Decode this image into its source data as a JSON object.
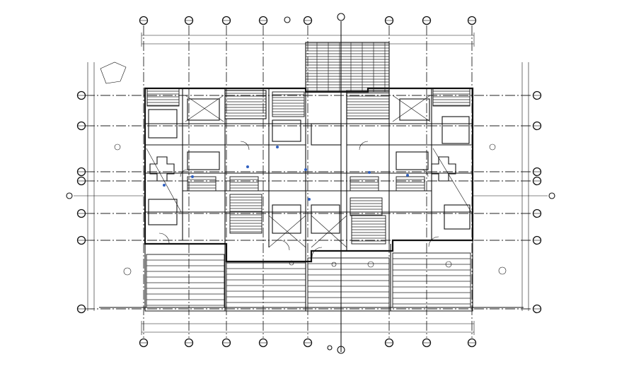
{
  "drawing": {
    "type": "architectural floor plan",
    "colors": {
      "ink": "#111111",
      "fixture_accent": "#3060c0",
      "paper": "#ffffff"
    },
    "vertical_grid_bubbles": 9,
    "horizontal_grid_bubbles": 8
  }
}
